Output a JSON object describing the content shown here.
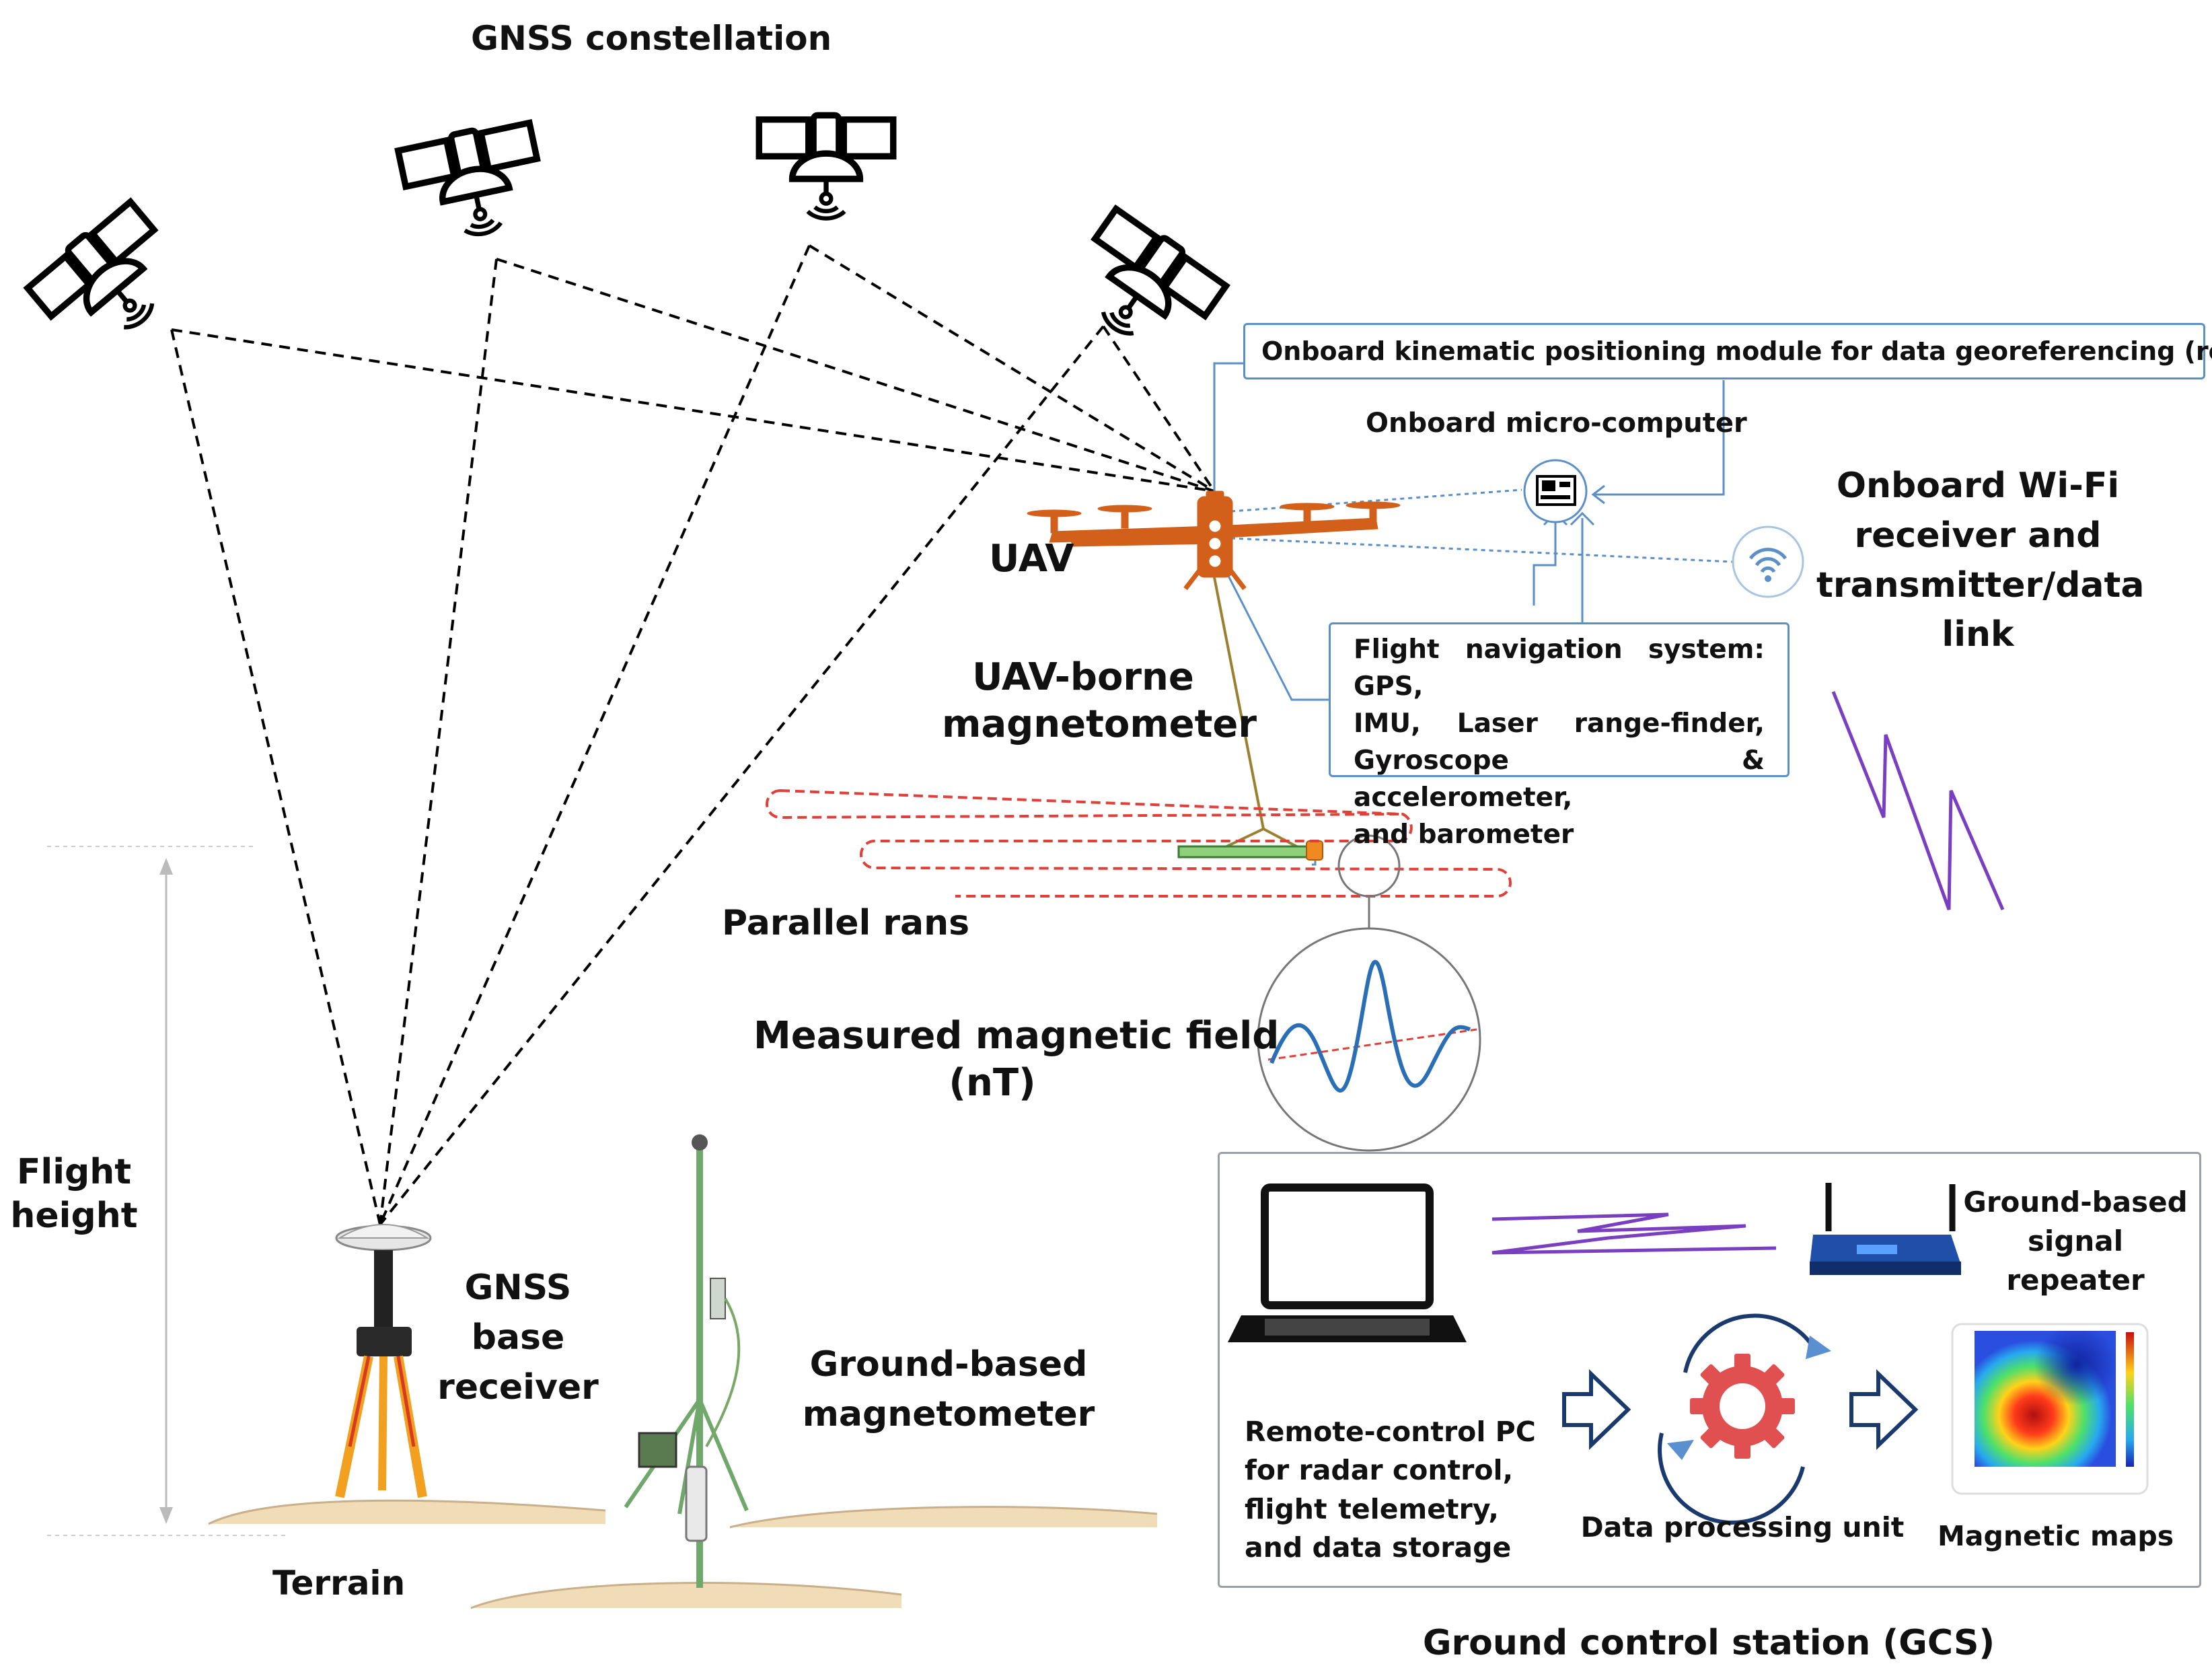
{
  "title": "GNSS constellation",
  "labels": {
    "uav": "UAV",
    "uav_mag": [
      "UAV-borne",
      "magnetometer"
    ],
    "parallel": "Parallel rans",
    "measured": [
      "Measured magnetic field",
      "(nT)"
    ],
    "flight_height": [
      "Flight",
      "height"
    ],
    "gnss_base": [
      "GNSS",
      "base",
      "receiver"
    ],
    "ground_mag": [
      "Ground-based",
      "magnetometer"
    ],
    "terrain": "Terrain",
    "wifi": [
      "Onboard Wi-Fi",
      "receiver and",
      "transmitter/data",
      "link"
    ],
    "microcomputer": "Onboard micro-computer",
    "kinematic": "Onboard kinematic positioning module for data georeferencing (rover)",
    "flight_nav": [
      "Flight navigation system: GPS,",
      "IMU, Laser range-finder,",
      "Gyroscope & accelerometer,",
      "and barometer"
    ],
    "gcs": {
      "title": "Ground control station (GCS)",
      "repeater": [
        "Ground-based",
        "signal",
        "repeater"
      ],
      "pc": [
        "Remote-control PC",
        "for radar control,",
        "flight telemetry,",
        "and data storage"
      ],
      "processing": "Data processing unit",
      "maps": "Magnetic maps"
    }
  },
  "colors": {
    "uav": "#d2601a",
    "flight_path": "#e0403a",
    "signal": "#7a3fc0",
    "box_border": "#5b8fc7",
    "wave": "#2a6fb5",
    "gear": "#e05050"
  },
  "icons": [
    "satellite-icon",
    "uav-icon",
    "microcomputer-icon",
    "wifi-icon",
    "laptop-icon",
    "router-icon",
    "gear-icon",
    "arrow-icon",
    "tripod-icon",
    "magnetometer-icon",
    "magnetic-map-icon"
  ]
}
